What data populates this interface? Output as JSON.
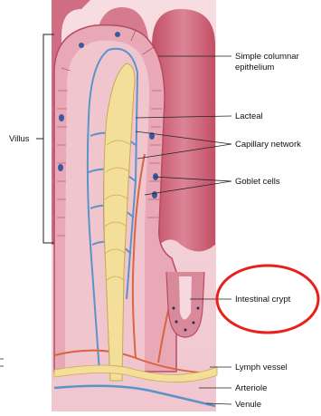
{
  "labels": {
    "villus": "Villus",
    "simple_columnar_line1": "Simple columnar",
    "simple_columnar_line2": "epithelium",
    "lacteal": "Lacteal",
    "capillary_network": "Capillary network",
    "goblet_cells": "Goblet cells",
    "intestinal_crypt": "Intestinal crypt",
    "lymph_vessel": "Lymph vessel",
    "arteriole": "Arteriole",
    "venule": "Venule"
  },
  "colors": {
    "tissue_pink": "#e9a9b5",
    "tissue_dark": "#c4566c",
    "lumen": "#f7dfe3",
    "lacteal_yellow": "#f3df9a",
    "capillary_blue": "#5b93c9",
    "arteriole_red": "#d9653f",
    "highlight_circle": "#e8201c"
  }
}
